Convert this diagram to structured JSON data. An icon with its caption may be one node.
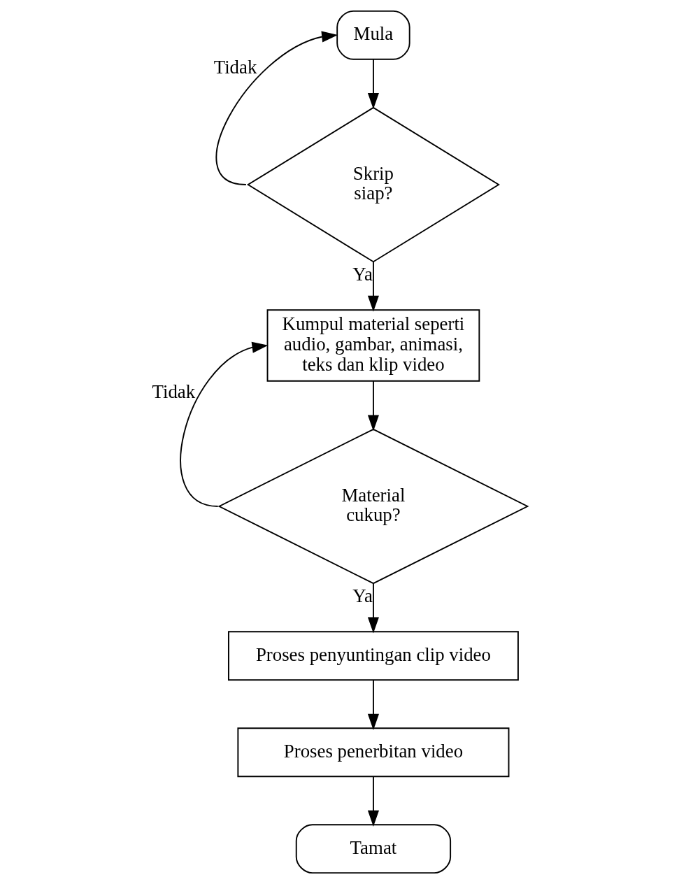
{
  "diagram": {
    "nodes": [
      {
        "text": [
          "Mula"
        ]
      },
      {
        "text": [
          "Skrip siap?"
        ]
      },
      {
        "text": [
          "Kumpul material seperti audio, gambar, animasi, teks dan klip video"
        ]
      },
      {
        "text": [
          "Material cukup?"
        ]
      },
      {
        "text": [
          "Proses penyuntingan clip video"
        ]
      },
      {
        "text": [
          "Proses penerbitan video"
        ]
      },
      {
        "text": [
          "Tamat"
        ]
      }
    ],
    "edges": [
      {
        "from": 0,
        "to": 1,
        "arrow": "to"
      },
      {
        "from": 1,
        "to": 0,
        "arrow": "to",
        "label": "Tidak"
      },
      {
        "from": 1,
        "to": 2,
        "arrow": "to",
        "label": "Ya"
      },
      {
        "from": 2,
        "to": 3,
        "arrow": "to"
      },
      {
        "from": 3,
        "to": 2,
        "arrow": "to",
        "label": "Tidak"
      },
      {
        "from": 3,
        "to": 4,
        "arrow": "to",
        "label": "Ya"
      },
      {
        "from": 4,
        "to": 5,
        "arrow": "to"
      },
      {
        "from": 5,
        "to": 6,
        "arrow": "to"
      }
    ]
  }
}
